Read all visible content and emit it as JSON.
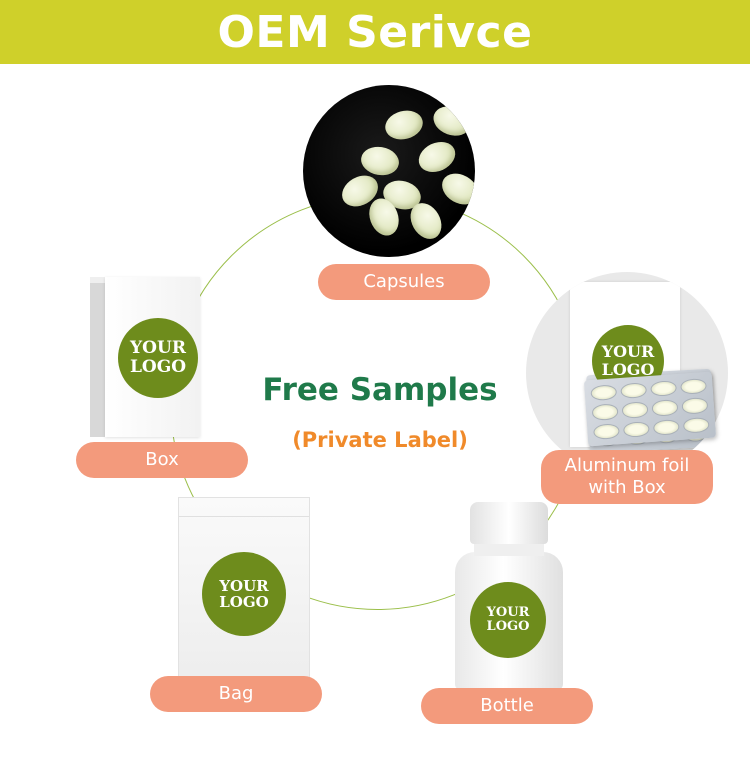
{
  "banner": {
    "title": "OEM Serivce"
  },
  "center": {
    "title": "Free Samples",
    "subtitle": "(Private Label)"
  },
  "items": {
    "capsules": {
      "label": "Capsules"
    },
    "box": {
      "label": "Box",
      "logo_line1": "YOUR",
      "logo_line2": "LOGO"
    },
    "foil": {
      "label_line1": "Aluminum foil",
      "label_line2": "with Box",
      "logo_line1": "YOUR",
      "logo_line2": "LOGO"
    },
    "bag": {
      "label": "Bag",
      "logo_line1": "YOUR",
      "logo_line2": "LOGO"
    },
    "bottle": {
      "label": "Bottle",
      "logo_line1": "YOUR",
      "logo_line2": "LOGO"
    }
  },
  "colors": {
    "banner": "#cfd02a",
    "pill": "#f39a7c",
    "logo": "#6e8c1c",
    "title_green": "#1f7a4a",
    "subtitle_orange": "#f08a2a",
    "ring": "#9bbf4a"
  }
}
